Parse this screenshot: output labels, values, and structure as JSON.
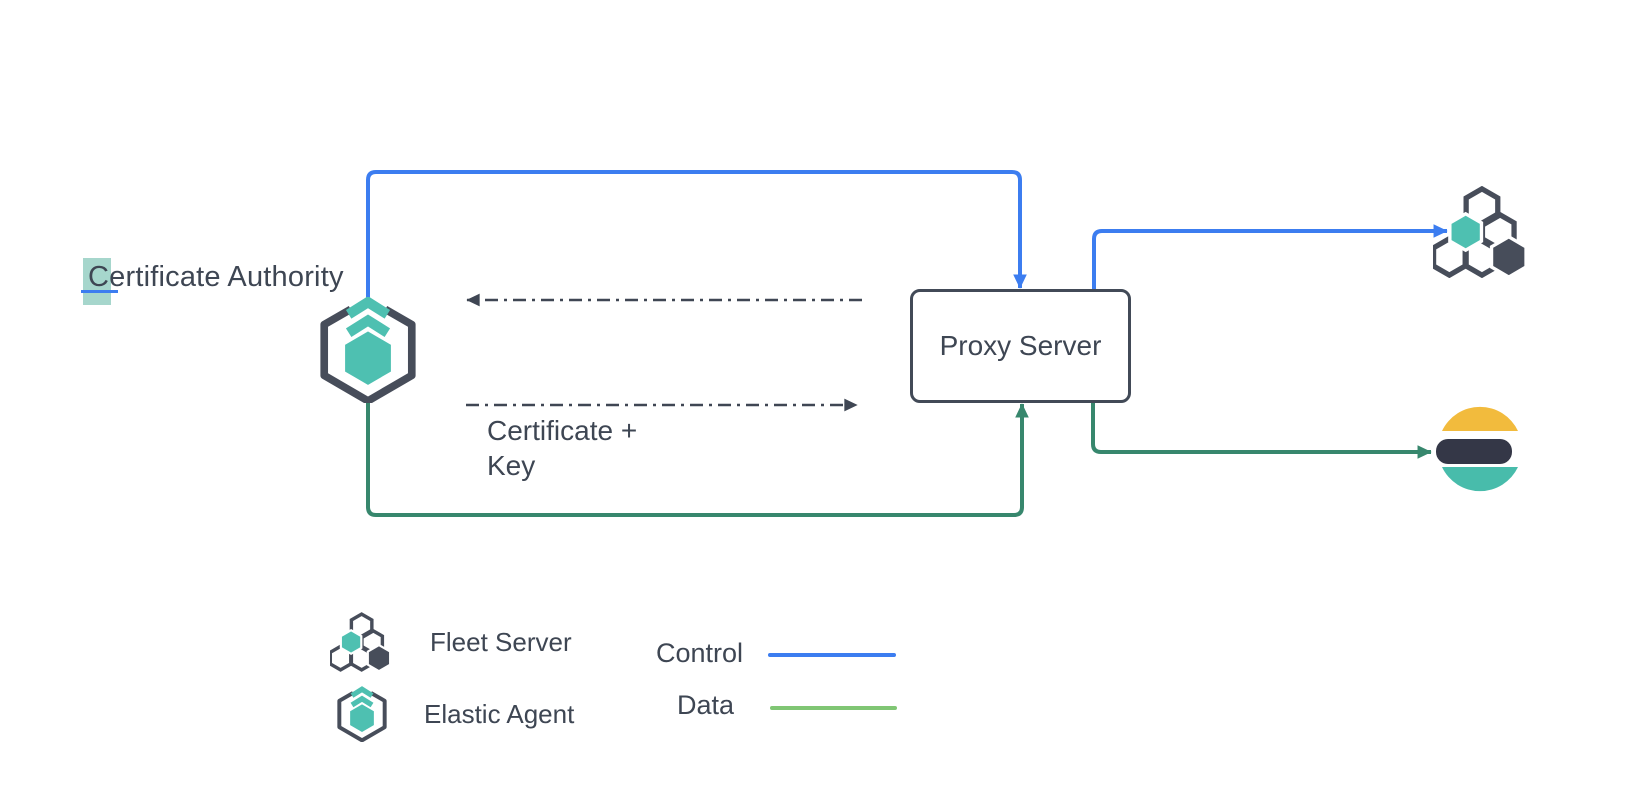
{
  "diagram": {
    "certificate_authority": {
      "highlighted": "C",
      "rest": "ertificate Authority"
    },
    "proxy_server_label": "Proxy Server",
    "certificate_key_line1": "Certificate +",
    "certificate_key_line2": "Key"
  },
  "legend": {
    "fleet_server": "Fleet Server",
    "elastic_agent": "Elastic Agent",
    "control": "Control",
    "data": "Data"
  },
  "icons": {
    "elastic_agent": "elastic-agent-icon",
    "fleet_server": "fleet-server-icon",
    "elasticsearch": "elasticsearch-icon"
  },
  "colors": {
    "control_blue": "#3C7DF0",
    "data_green": "#37876D",
    "legend_data_green": "#80C674",
    "icon_teal": "#4EC0B1",
    "icon_dark": "#474D5A",
    "text_dark": "#3E4653",
    "elasticsearch_yellow": "#F2BB3D",
    "elasticsearch_teal": "#48BCAB",
    "elasticsearch_dark": "#343747",
    "selection_highlight": "#A6D6CC"
  }
}
